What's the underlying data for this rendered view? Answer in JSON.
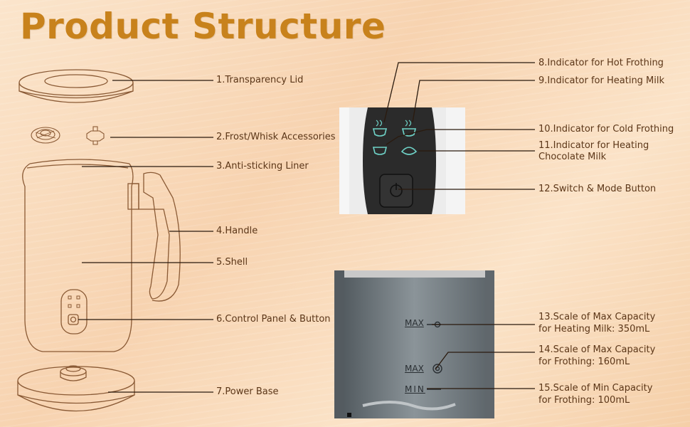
{
  "title": "Product Structure",
  "labels": {
    "l1": "1.Transparency Lid",
    "l2": "2.Frost/Whisk Accessories",
    "l3": "3.Anti-sticking Liner",
    "l4": "4.Handle",
    "l5": "5.Shell",
    "l6": "6.Control Panel & Button",
    "l7": "7.Power Base",
    "l8": "8.Indicator for Hot Frothing",
    "l9": "9.Indicator for Heating Milk",
    "l10": "10.Indicator for Cold Frothing",
    "l11a": "11.Indicator for Heating",
    "l11b": "Chocolate Milk",
    "l12": "12.Switch & Mode Button",
    "l13a": "13.Scale of Max Capacity",
    "l13b": "for Heating Milk: 350mL",
    "l14a": "14.Scale of Max Capacity",
    "l14b": "for Frothing: 160mL",
    "l15a": "15.Scale of Min Capacity",
    "l15b": "for Frothing: 100mL"
  },
  "scale": {
    "max1": "MAX",
    "max2": "MAX",
    "min": "MIN"
  },
  "colors": {
    "title": "#c8821c",
    "line": "#2a1a0e",
    "outline": "#8a5a35",
    "text": "#5b3618",
    "panel_bg": "#2b2b2b",
    "indicator": "#6fd3c8"
  }
}
